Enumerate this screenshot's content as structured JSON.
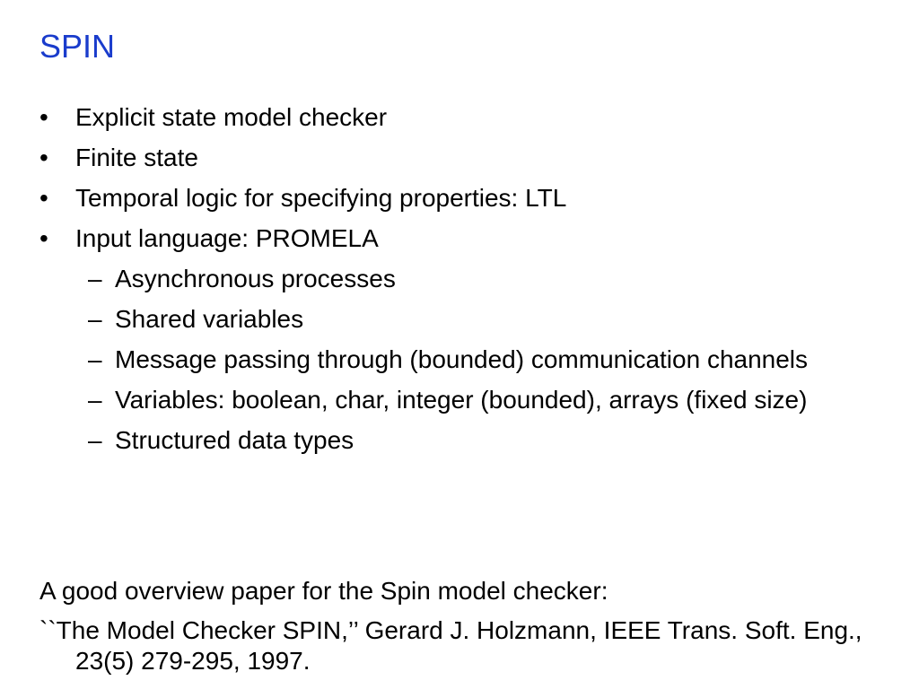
{
  "slide": {
    "title": "SPIN",
    "bullet_marker": "•",
    "dash_marker": "–",
    "bullets": [
      "Explicit state model checker",
      "Finite state",
      "Temporal logic for specifying properties: LTL",
      "Input language: PROMELA"
    ],
    "sub_bullets": [
      "Asynchronous processes",
      "Shared variables",
      "Message passing through (bounded) communication channels",
      "Variables: boolean, char, integer (bounded), arrays (fixed size)",
      "Structured data types"
    ],
    "note_heading": "A good overview paper for the Spin model checker:",
    "reference": "``The Model Checker SPIN,’’ Gerard J. Holzmann, IEEE Trans. Soft. Eng., 23(5) 279-295, 1997."
  },
  "colors": {
    "title": "#1a3ccc",
    "text": "#000000",
    "background": "#ffffff"
  }
}
